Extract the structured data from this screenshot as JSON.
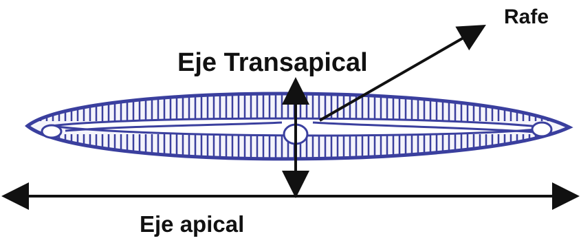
{
  "labels": {
    "rafe": "Rafe",
    "transapical": "Eje Transapical",
    "apical": "Eje apical"
  },
  "colors": {
    "diatom": "#3a3f9e",
    "arrow": "#111111",
    "background": "#ffffff"
  }
}
